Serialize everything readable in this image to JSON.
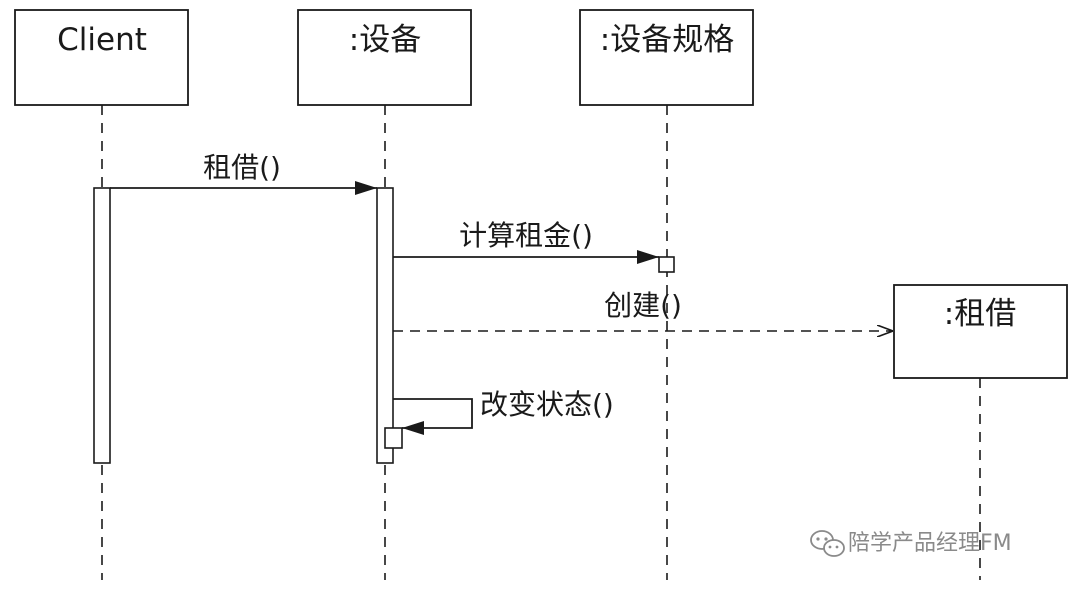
{
  "objects": {
    "client": "Client",
    "device": ":设备",
    "spec": ":设备规格",
    "rental": ":租借"
  },
  "messages": {
    "rent": "租借()",
    "calc_rent": "计算租金()",
    "create": "创建()",
    "change_state": "改变状态()"
  },
  "watermark": {
    "text": "陪学产品经理FM",
    "icon": "wechat-icon"
  },
  "colors": {
    "line": "#1a1a1a",
    "box_fill": "#ffffff",
    "watermark": "#8a8a8a"
  }
}
